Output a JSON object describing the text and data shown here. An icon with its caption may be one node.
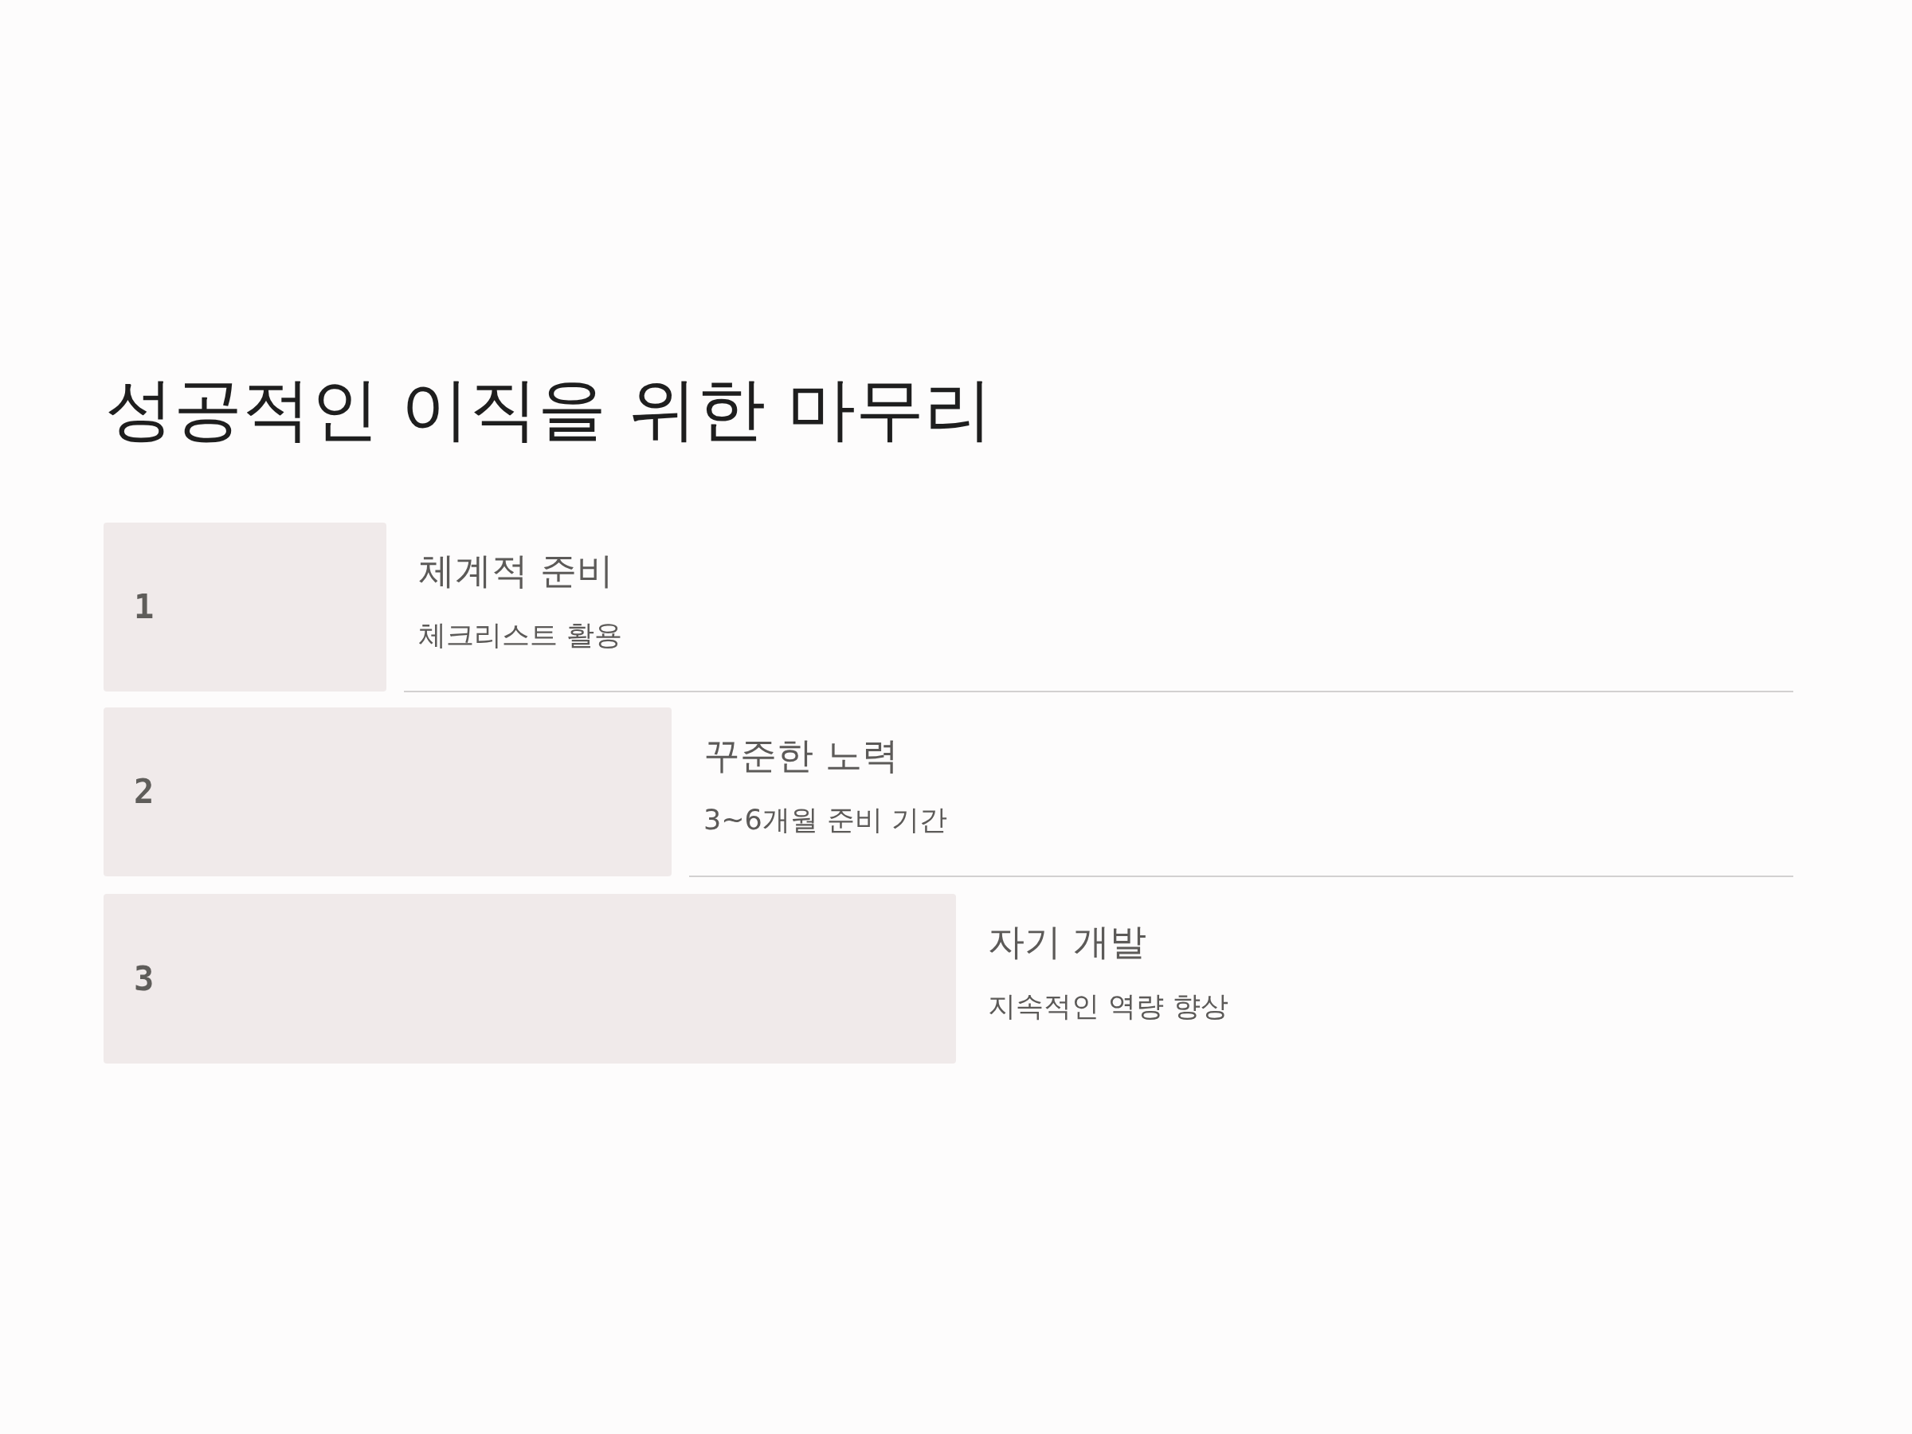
{
  "diagram": {
    "title": "성공적인 이직을 위한 마무리",
    "nodes": [
      {
        "text": [
          "1"
        ],
        "beside": [
          "체계적 준비",
          "체크리스트 활용"
        ]
      },
      {
        "text": [
          "2"
        ],
        "beside": [
          "꾸준한 노력",
          "3~6개월 준비 기간"
        ]
      },
      {
        "text": [
          "3"
        ],
        "beside": [
          "자기 개발",
          "지속적인 역량 향상"
        ]
      }
    ],
    "edges": []
  }
}
